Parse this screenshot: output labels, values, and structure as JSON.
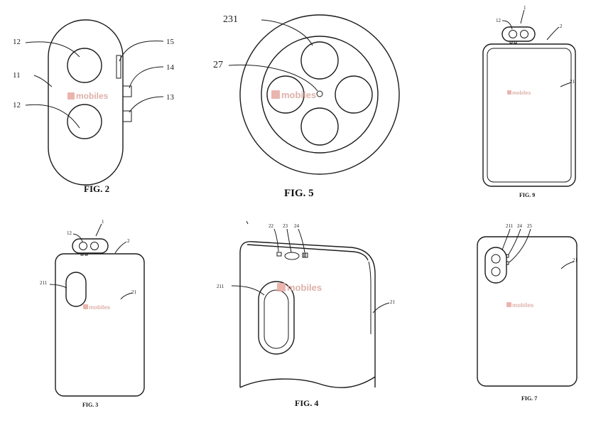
{
  "watermark": {
    "text": "mobiles",
    "box_color": "#e8a8a0",
    "text_color": "#d9a39b"
  },
  "figures": {
    "fig2": {
      "caption": "FIG. 2",
      "labels": [
        "12",
        "11",
        "12",
        "15",
        "14",
        "13"
      ]
    },
    "fig5": {
      "caption": "FIG. 5",
      "labels": [
        "231",
        "27"
      ]
    },
    "fig9": {
      "caption": "FIG. 9",
      "labels": [
        "12",
        "1",
        "2",
        "21"
      ]
    },
    "fig3": {
      "caption": "FIG. 3",
      "labels": [
        "12",
        "1",
        "2",
        "211",
        "21"
      ]
    },
    "fig4": {
      "caption": "FIG. 4",
      "labels": [
        "22",
        "23",
        "24",
        "211",
        "21"
      ]
    },
    "fig7": {
      "caption": "FIG. 7",
      "labels": [
        "211",
        "24",
        "25",
        "21"
      ]
    }
  }
}
